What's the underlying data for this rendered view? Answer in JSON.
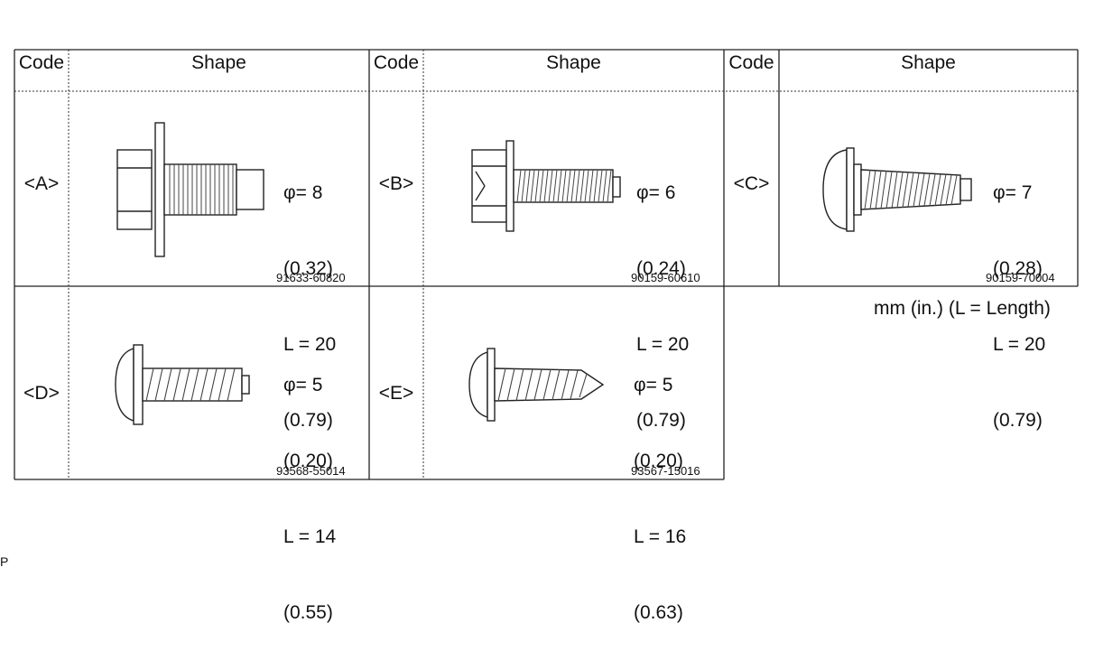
{
  "table": {
    "headers": {
      "code": "Code",
      "shape": "Shape"
    },
    "items": [
      {
        "code": "<A>",
        "diameter": "φ= 8",
        "diameter_in": "(0.32)",
        "length": "L = 20",
        "length_in": "(0.79)",
        "part_number": "91633-60820"
      },
      {
        "code": "<B>",
        "diameter": "φ= 6",
        "diameter_in": "(0.24)",
        "length": "L = 20",
        "length_in": "(0.79)",
        "part_number": "90159-60610"
      },
      {
        "code": "<C>",
        "diameter": "φ= 7",
        "diameter_in": "(0.28)",
        "length": "L = 20",
        "length_in": "(0.79)",
        "part_number": "90159-70004"
      },
      {
        "code": "<D>",
        "diameter": "φ= 5",
        "diameter_in": "(0.20)",
        "length": "L = 14",
        "length_in": "(0.55)",
        "part_number": "93568-55014"
      },
      {
        "code": "<E>",
        "diameter": "φ= 5",
        "diameter_in": "(0.20)",
        "length": "L = 16",
        "length_in": "(0.63)",
        "part_number": "93567-15016"
      }
    ]
  },
  "units_note": "mm (in.) (L = Length)",
  "corner_mark": "P"
}
